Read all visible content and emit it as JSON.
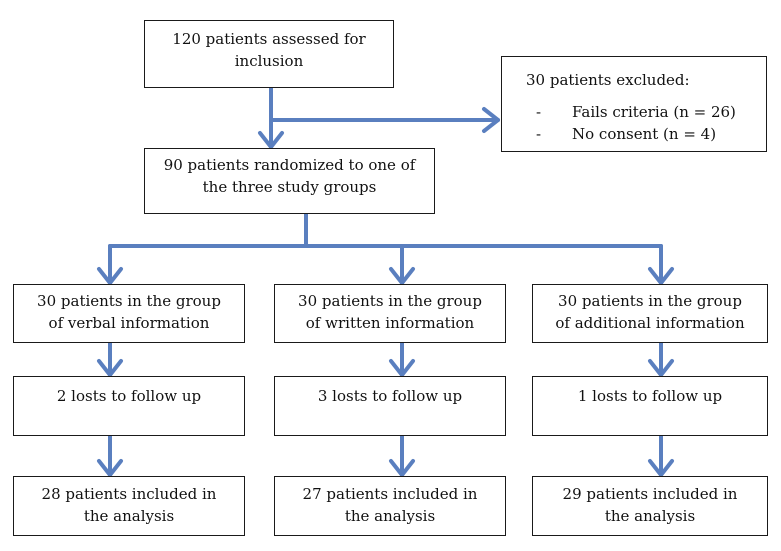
{
  "colors": {
    "arrow": "#5a7fbf",
    "border": "#1a1a1a"
  },
  "top": {
    "line1": "120 patients assessed for",
    "line2": "inclusion"
  },
  "excluded": {
    "title": "30 patients excluded:",
    "items": [
      "Fails criteria (n = 26)",
      "No consent (n = 4)"
    ]
  },
  "randomized": {
    "line1": "90 patients randomized to one of",
    "line2": "the three study groups"
  },
  "groups": [
    {
      "group_line1": "30 patients in the group",
      "group_line2": "of verbal information",
      "lost": "2 losts to follow up",
      "incl_line1": "28 patients included in",
      "incl_line2": "the analysis"
    },
    {
      "group_line1": "30 patients in the group",
      "group_line2": "of written information",
      "lost": "3 losts to follow up",
      "incl_line1": "27 patients included in",
      "incl_line2": "the analysis"
    },
    {
      "group_line1": "30 patients in the group",
      "group_line2": "of additional information",
      "lost": "1 losts to follow up",
      "incl_line1": "29 patients included in",
      "incl_line2": "the analysis"
    }
  ]
}
